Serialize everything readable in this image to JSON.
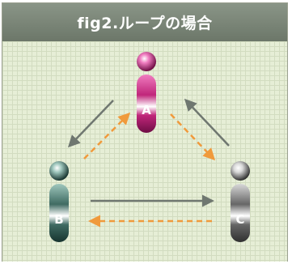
{
  "title": "fig2.ループの場合",
  "nodes": [
    {
      "id": "A",
      "label": "A",
      "color": "#c0267a",
      "light": "#f07cc0",
      "dark": "#6e0d44"
    },
    {
      "id": "B",
      "label": "B",
      "color": "#3f6b62",
      "light": "#9fc7bd",
      "dark": "#17342f"
    },
    {
      "id": "C",
      "label": "C",
      "color": "#666666",
      "light": "#d8d8d8",
      "dark": "#303030"
    }
  ],
  "arrows": [
    {
      "from": "A",
      "to": "B",
      "style": "solid",
      "color": "#6f7770"
    },
    {
      "from": "B",
      "to": "A",
      "style": "dashed",
      "color": "#f09a3c"
    },
    {
      "from": "A",
      "to": "C",
      "style": "dashed",
      "color": "#f09a3c"
    },
    {
      "from": "C",
      "to": "A",
      "style": "solid",
      "color": "#6f7770"
    },
    {
      "from": "B",
      "to": "C",
      "style": "solid",
      "color": "#6f7770"
    },
    {
      "from": "C",
      "to": "B",
      "style": "dashed",
      "color": "#f09a3c"
    }
  ]
}
